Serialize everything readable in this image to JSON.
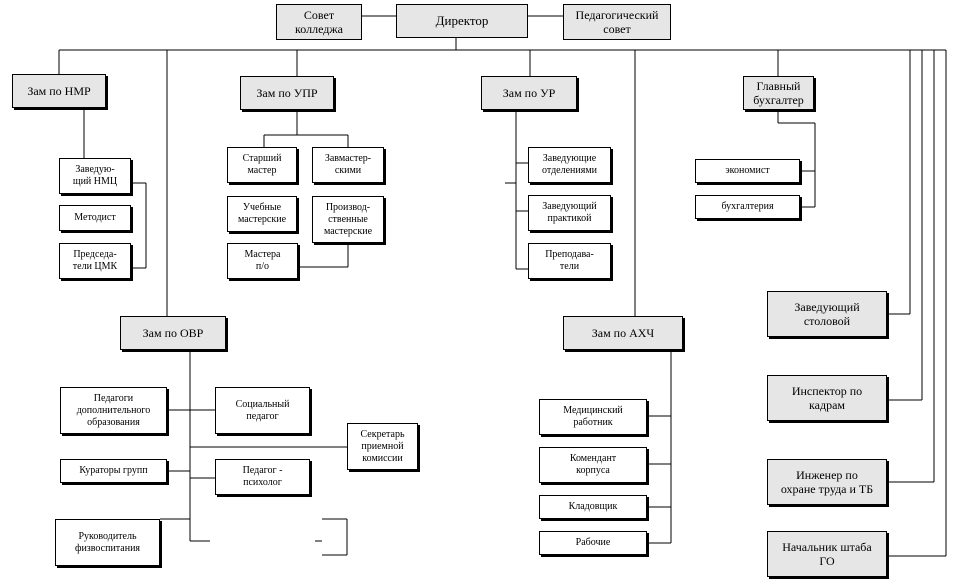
{
  "nodes": {
    "director": "Директор",
    "college_council": "Совет\nколледжа",
    "ped_council": "Педагогический\nсовет",
    "zam_nmr": "Зам по НМР",
    "zam_upr": "Зам по УПР",
    "zam_ur": "Зам по УР",
    "chief_accountant": "Главный\nбухгалтер",
    "head_nmc": "Заведую-\nщий НМЦ",
    "methodist": "Методист",
    "chairs_cmk": "Председа-\nтели ЦМК",
    "senior_master": "Старший\nмастер",
    "head_workshops": "Завмастер-\nскими",
    "training_workshops": "Учебные\nмастерские",
    "production_workshops": "Производ-\nственные\nмастерские",
    "masters_po": "Мастера\nп/о",
    "heads_departments": "Заведующие\nотделениями",
    "head_practice": "Заведующий\nпрактикой",
    "teachers": "Преподава-\nтели",
    "economist": "экономист",
    "accounting": "бухгалтерия",
    "zam_ovr": "Зам по ОВР",
    "zam_ahch": "Зам по АХЧ",
    "canteen_head": "Заведующий\nстоловой",
    "hr_inspector": "Инспектор по\nкадрам",
    "safety_engineer": "Инженер по\nохране труда и ТБ",
    "civil_defense_chief": "Начальник штаба\nГО",
    "extra_ed_teachers": "Педагоги\nдополнительного\nобразования",
    "social_teacher": "Социальный\nпедагог",
    "admissions_secretary": "Секретарь\nприемной\nкомиссии",
    "group_curators": "Кураторы групп",
    "psychologist": "Педагог -\nпсихолог",
    "pe_head": "Руководитель\nфизвоспитания",
    "medical_worker": "Медицинский\nработник",
    "building_commandant": "Комендант\nкорпуса",
    "storekeeper": "Кладовщик",
    "workers": "Рабочие"
  }
}
